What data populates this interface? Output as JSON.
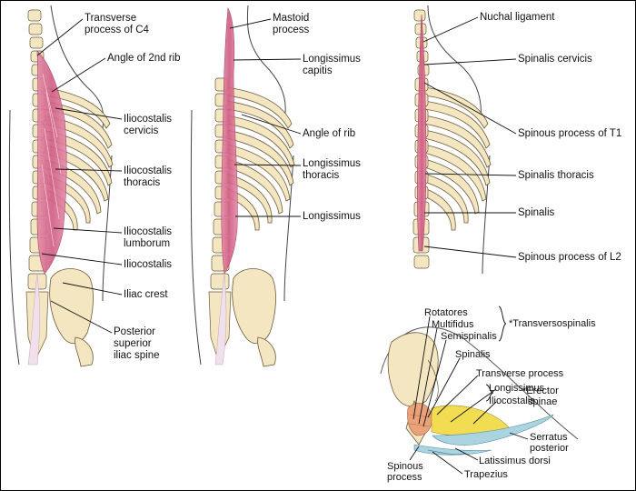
{
  "panels": {
    "iliocostalis": {
      "labels": {
        "transverse_c4": [
          "Transverse",
          "process of C4"
        ],
        "angle_2nd_rib": [
          "Angle of 2nd rib"
        ],
        "iliocostalis_cervicis": [
          "Iliocostalis",
          "cervicis"
        ],
        "iliocostalis_thoracis": [
          "Iliocostalis",
          "thoracis"
        ],
        "iliocostalis_lumborum": [
          "Iliocostalis",
          "lumborum"
        ],
        "iliocostalis": [
          "Iliocostalis"
        ],
        "iliac_crest": [
          "Iliac crest"
        ],
        "psis": [
          "Posterior",
          "superior",
          "iliac spine"
        ]
      }
    },
    "longissimus": {
      "labels": {
        "mastoid": [
          "Mastoid",
          "process"
        ],
        "longissimus_capitis": [
          "Longissimus",
          "capitis"
        ],
        "angle_of_rib": [
          "Angle of rib"
        ],
        "longissimus_thoracis": [
          "Longissimus",
          "thoracis"
        ],
        "longissimus": [
          "Longissimus"
        ]
      }
    },
    "spinalis": {
      "labels": {
        "nuchal_ligament": [
          "Nuchal ligament"
        ],
        "spinalis_cervicis": [
          "Spinalis cervicis"
        ],
        "spinous_t1": [
          "Spinous process of T1"
        ],
        "spinalis_thoracis": [
          "Spinalis thoracis"
        ],
        "spinalis": [
          "Spinalis"
        ],
        "spinous_l2": [
          "Spinous process of L2"
        ]
      }
    },
    "cross_section": {
      "labels": {
        "rotatores": "Rotatores",
        "multifidus": "Multifidus",
        "semispinalis": "Semispinalis",
        "transversospinalis": "*Transversospinalis",
        "spinalis": "Spinalis",
        "transverse_process": "Transverse process",
        "longissimus": "Longissimus",
        "iliocostalis": "Iliocostalis",
        "erector": [
          "*Erector",
          "spinae"
        ],
        "serratus": [
          "Serratus",
          "posterior"
        ],
        "latissimus": "Latissimus dorsi",
        "trapezius": "Trapezius",
        "spinous_process": [
          "Spinous",
          "process"
        ]
      }
    }
  },
  "colors": {
    "muscle": "#cf5c82",
    "bone": "#f3e6c0",
    "bone_outline": "#6a5a3a",
    "leader": "#111111",
    "highlight_yellow": "#f2dc52",
    "highlight_blue": "#a9d4e0",
    "highlight_orange": "#e9a27a"
  }
}
